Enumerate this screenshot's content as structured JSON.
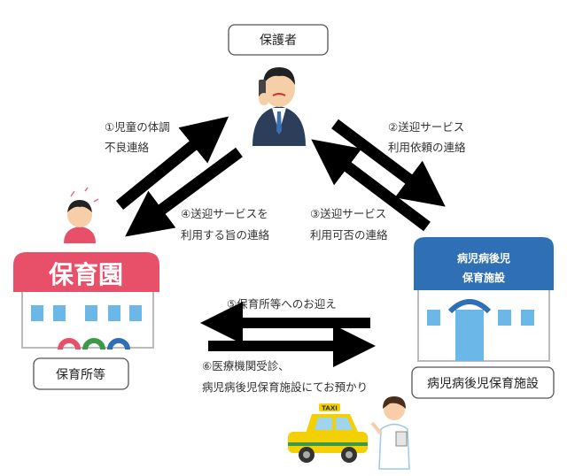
{
  "nodes": {
    "guardian": "保護者",
    "nursery": "保育所等",
    "facility": "病児病後児保育施設",
    "nursery_sign": "保育園",
    "facility_sign_1": "病児病後児",
    "facility_sign_2": "保育施設",
    "taxi_sign": "TAXI"
  },
  "steps": {
    "s1_l1": "①児童の体調",
    "s1_l2": "不良連絡",
    "s2_l1": "②送迎サービス",
    "s2_l2": "利用依頼の連絡",
    "s3_l1": "③送迎サービス",
    "s3_l2": "利用可否の連絡",
    "s4_l1": "④送迎サービスを",
    "s4_l2": "利用する旨の連絡",
    "s5": "⑤保育所等へのお迎え",
    "s6_l1": "⑥医療機関受診、",
    "s6_l2": "病児病後児保育施設にてお預かり"
  },
  "colors": {
    "nursery_roof": "#e8506a",
    "facility_roof": "#2f6fb5",
    "arrow": "#000000",
    "window": "#6bb8e8"
  }
}
